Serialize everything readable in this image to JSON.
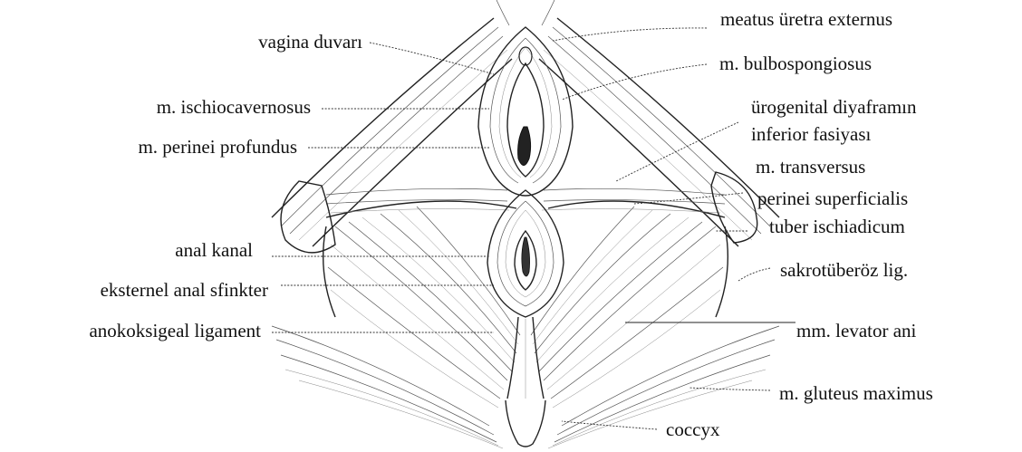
{
  "labels": {
    "vagina_duvari": "vagina duvarı",
    "ischiocavernosus": "m. ischiocavernosus",
    "perinei_profundus": "m. perinei profundus",
    "anal_kanal": "anal kanal",
    "eksternel_anal_sfinkter": "eksternel anal sfinkter",
    "anokoksigeal_ligament": "anokoksigeal ligament",
    "meatus_uretra": "meatus üretra externus",
    "bulbospongiosus": "m. bulbospongiosus",
    "urogenital_line1": "ürogenital diyaframın",
    "urogenital_line2": "inferior fasiyası",
    "transversus_line1": "m. transversus",
    "transversus_line2": "perinei superficialis",
    "tuber": "tuber ischiadicum",
    "sakrotuberoz": "sakrotüberöz lig.",
    "levator_ani": "mm. levator ani",
    "gluteus": "m. gluteus maximus",
    "coccyx": "coccyx"
  }
}
